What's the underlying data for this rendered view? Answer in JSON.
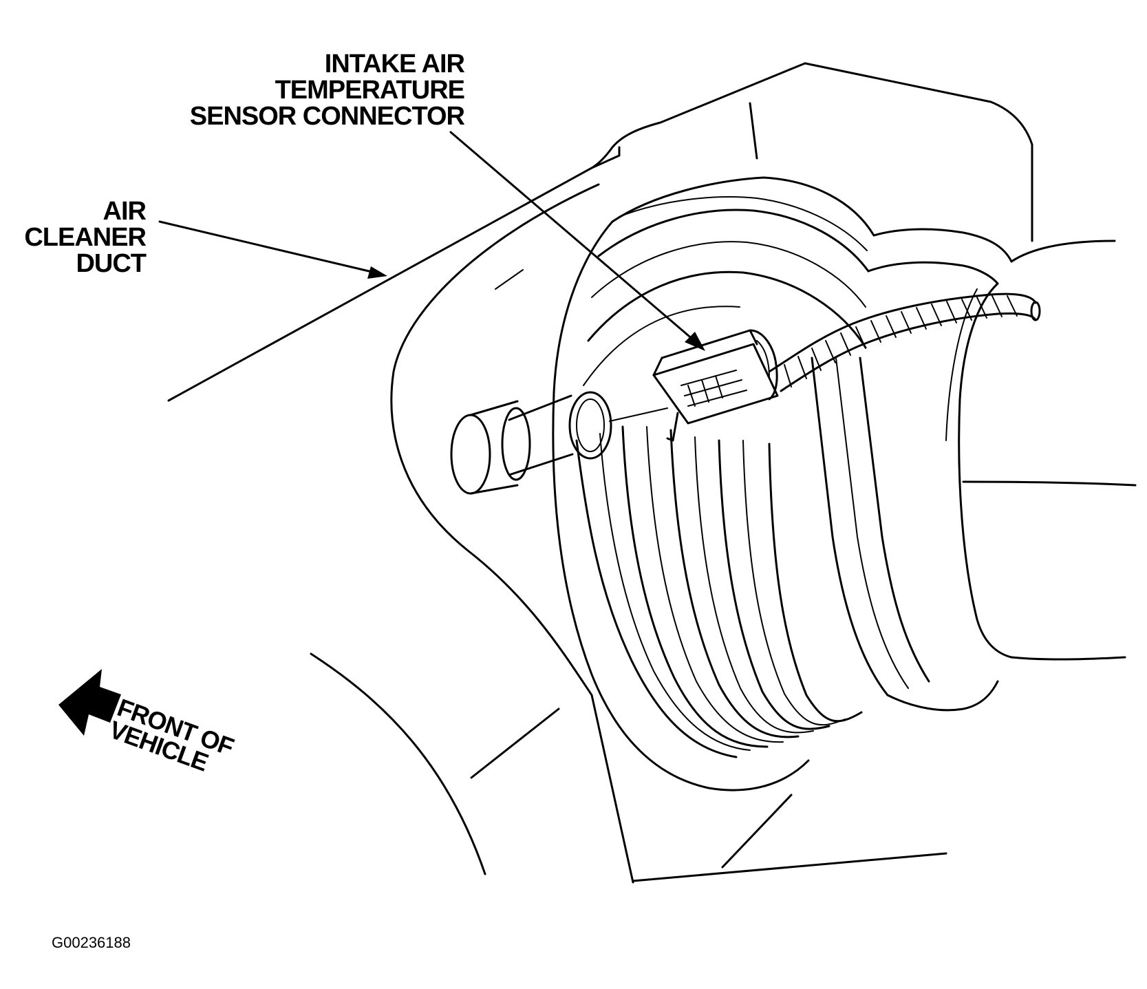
{
  "diagram": {
    "labels": {
      "iat_connector": [
        "INTAKE AIR",
        "TEMPERATURE",
        "SENSOR CONNECTOR"
      ],
      "air_cleaner_duct": [
        "AIR",
        "CLEANER",
        "DUCT"
      ],
      "front_of_vehicle": [
        "FRONT OF",
        "VEHICLE"
      ]
    },
    "figure_id": "G00236188",
    "icons": {
      "front_arrow": "arrow-left-icon"
    },
    "colors": {
      "ink": "#000000",
      "paper": "#ffffff"
    }
  }
}
